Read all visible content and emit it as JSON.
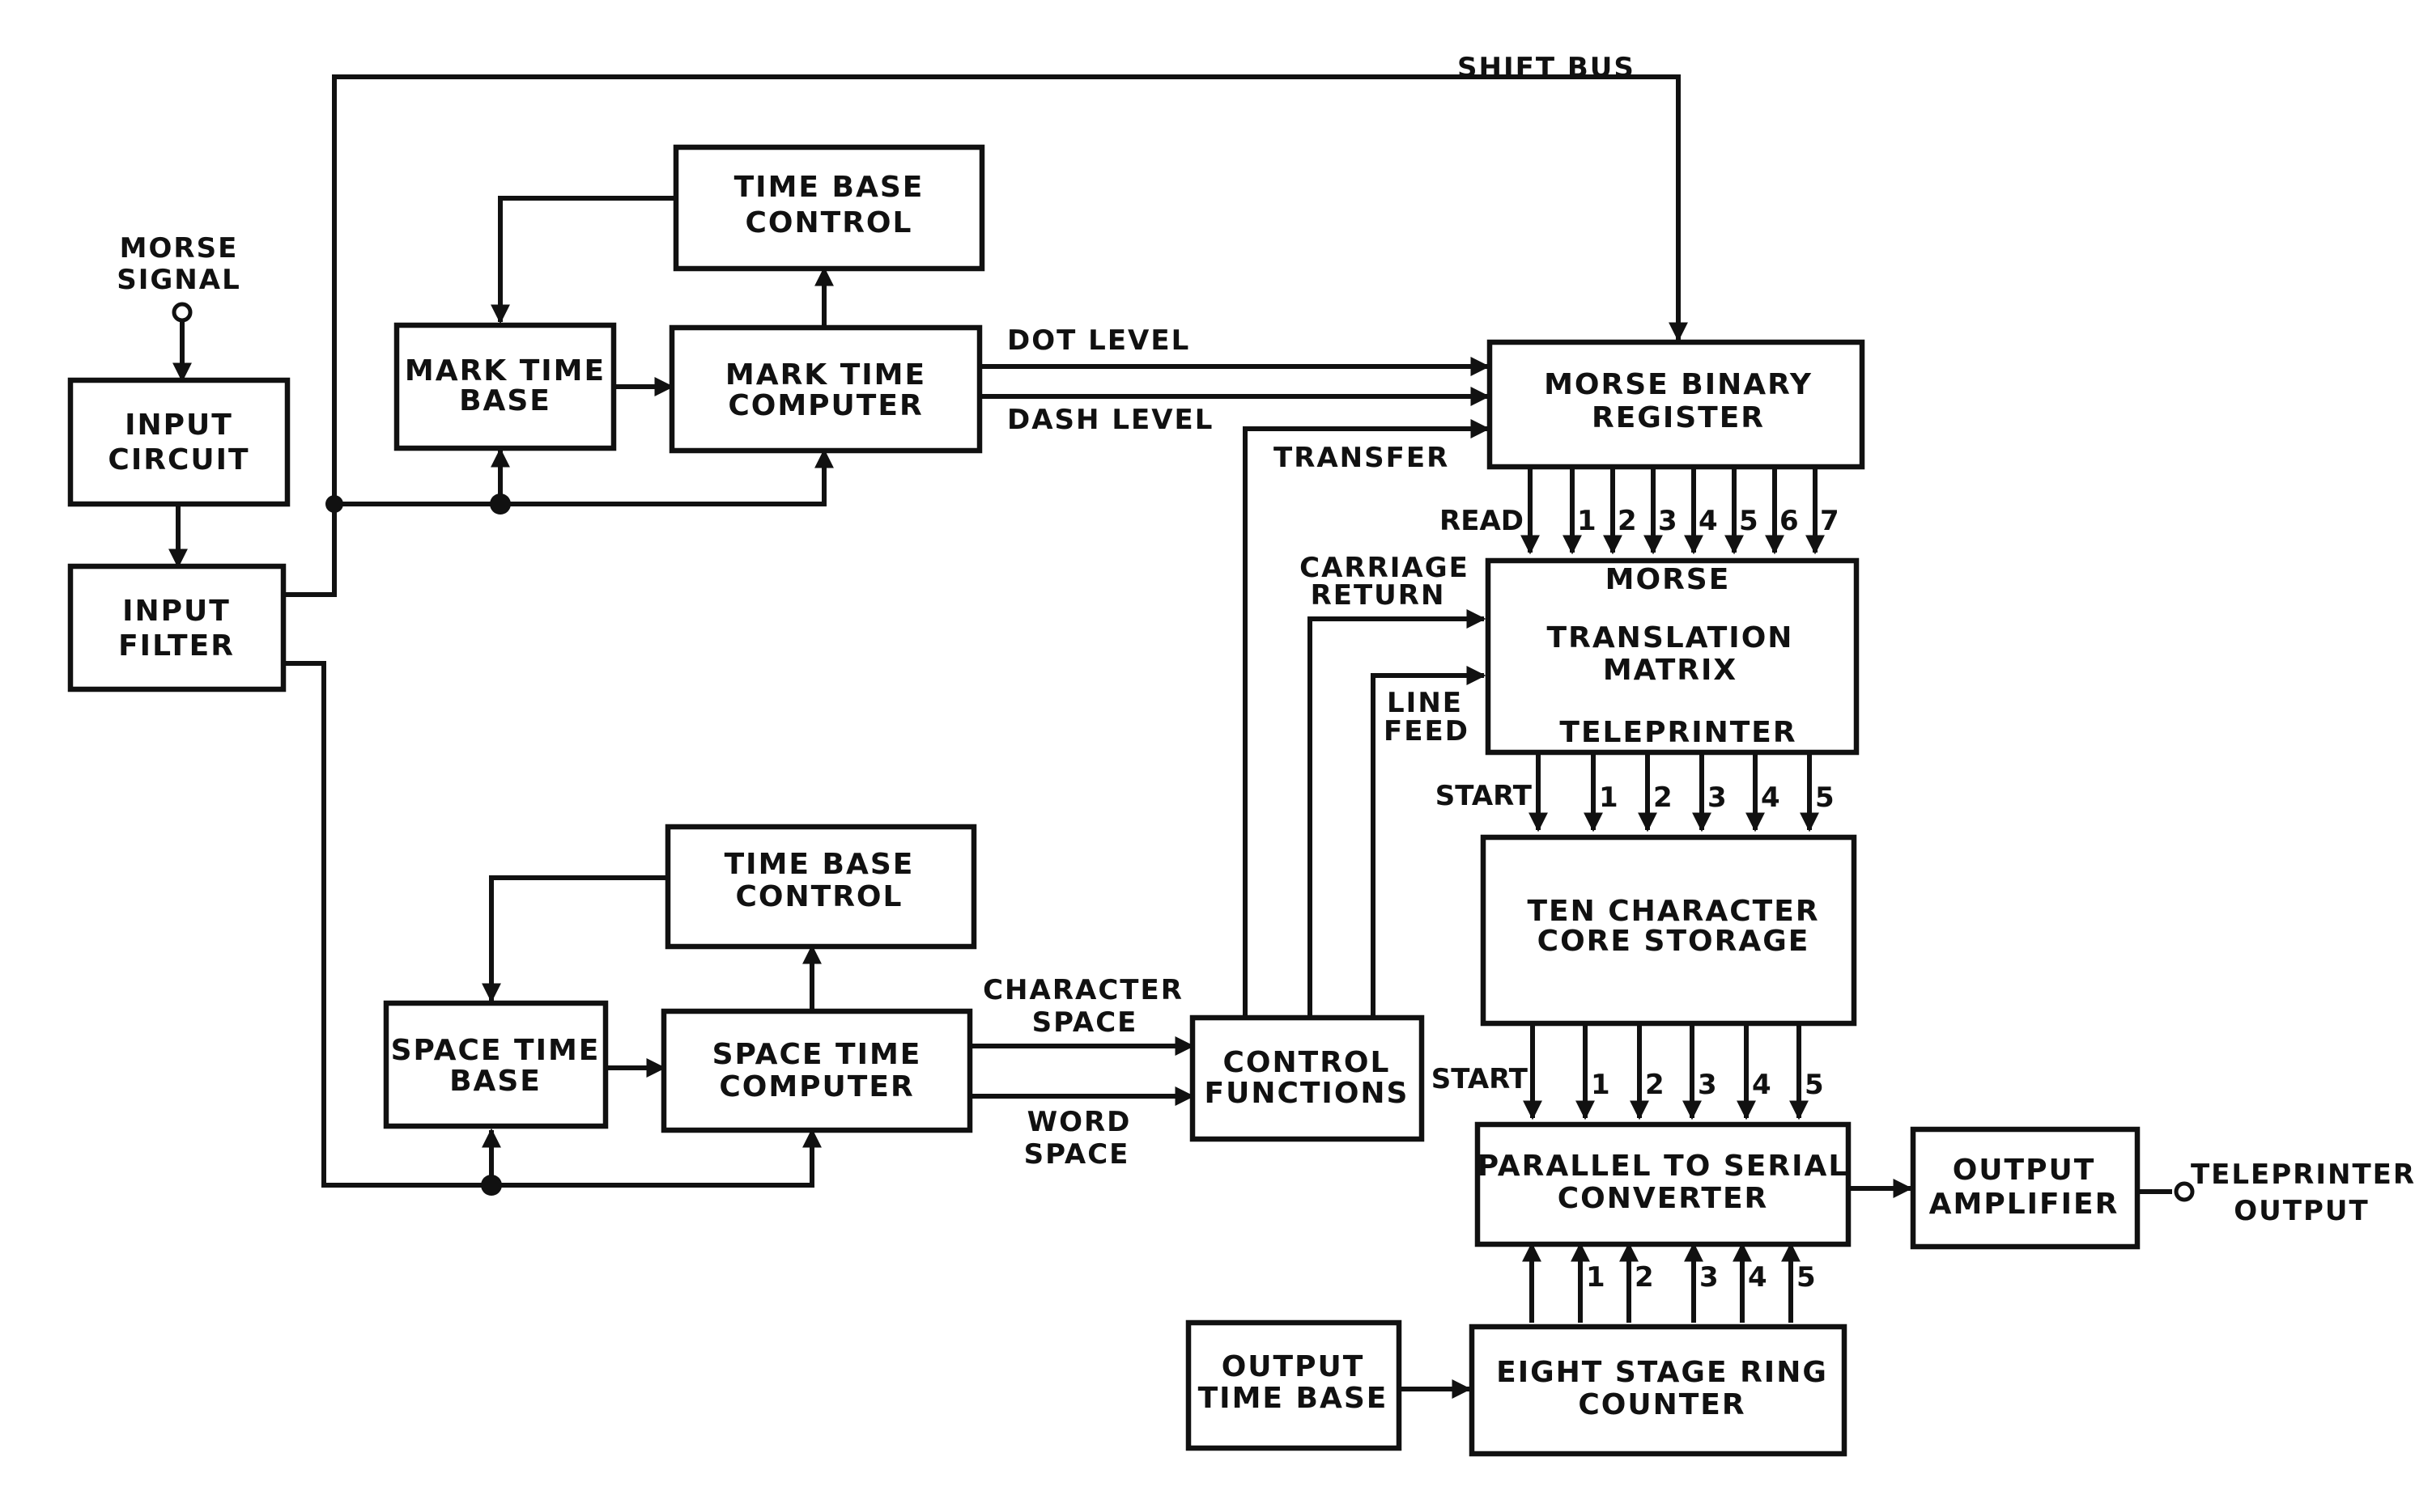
{
  "diagram": {
    "inputs": {
      "morse_signal": [
        "MORSE",
        "SIGNAL"
      ],
      "teleprinter_output": [
        "TELEPRINTER",
        "OUTPUT"
      ]
    },
    "blocks": {
      "input_circuit": [
        "INPUT",
        "CIRCUIT"
      ],
      "input_filter": [
        "INPUT",
        "FILTER"
      ],
      "time_base_control_top": [
        "TIME BASE",
        "CONTROL"
      ],
      "mark_time_base": [
        "MARK TIME",
        "BASE"
      ],
      "mark_time_computer": [
        "MARK TIME",
        "COMPUTER"
      ],
      "time_base_control_bottom": [
        "TIME BASE",
        "CONTROL"
      ],
      "space_time_base": [
        "SPACE TIME",
        "BASE"
      ],
      "space_time_computer": [
        "SPACE TIME",
        "COMPUTER"
      ],
      "control_functions": [
        "CONTROL",
        "FUNCTIONS"
      ],
      "morse_binary_register": [
        "MORSE BINARY",
        "REGISTER"
      ],
      "translation_matrix": {
        "top": "MORSE",
        "center": [
          "TRANSLATION",
          "MATRIX"
        ],
        "bottom": "TELEPRINTER"
      },
      "core_storage": [
        "TEN CHARACTER",
        "CORE STORAGE"
      ],
      "parallel_to_serial": [
        "PARALLEL TO SERIAL",
        "CONVERTER"
      ],
      "output_amplifier": [
        "OUTPUT",
        "AMPLIFIER"
      ],
      "output_time_base": [
        "OUTPUT",
        "TIME BASE"
      ],
      "ring_counter": [
        "EIGHT STAGE RING",
        "COUNTER"
      ]
    },
    "signals": {
      "shift_bus": "SHIFT BUS",
      "dot_level": "DOT LEVEL",
      "dash_level": "DASH LEVEL",
      "transfer": "TRANSFER",
      "carriage_return": [
        "CARRIAGE",
        "RETURN"
      ],
      "line_feed": [
        "LINE",
        "FEED"
      ],
      "character_space": [
        "CHARACTER",
        "SPACE"
      ],
      "word_space": [
        "WORD",
        "SPACE"
      ]
    },
    "bus_labels": {
      "register_to_matrix": [
        "READ",
        "1",
        "2",
        "3",
        "4",
        "5",
        "6",
        "7"
      ],
      "matrix_to_storage": [
        "START",
        "1",
        "2",
        "3",
        "4",
        "5"
      ],
      "storage_to_converter": [
        "START",
        "1",
        "2",
        "3",
        "4",
        "5"
      ],
      "counter_to_converter": [
        "1",
        "2",
        "3",
        "4",
        "5"
      ]
    }
  }
}
